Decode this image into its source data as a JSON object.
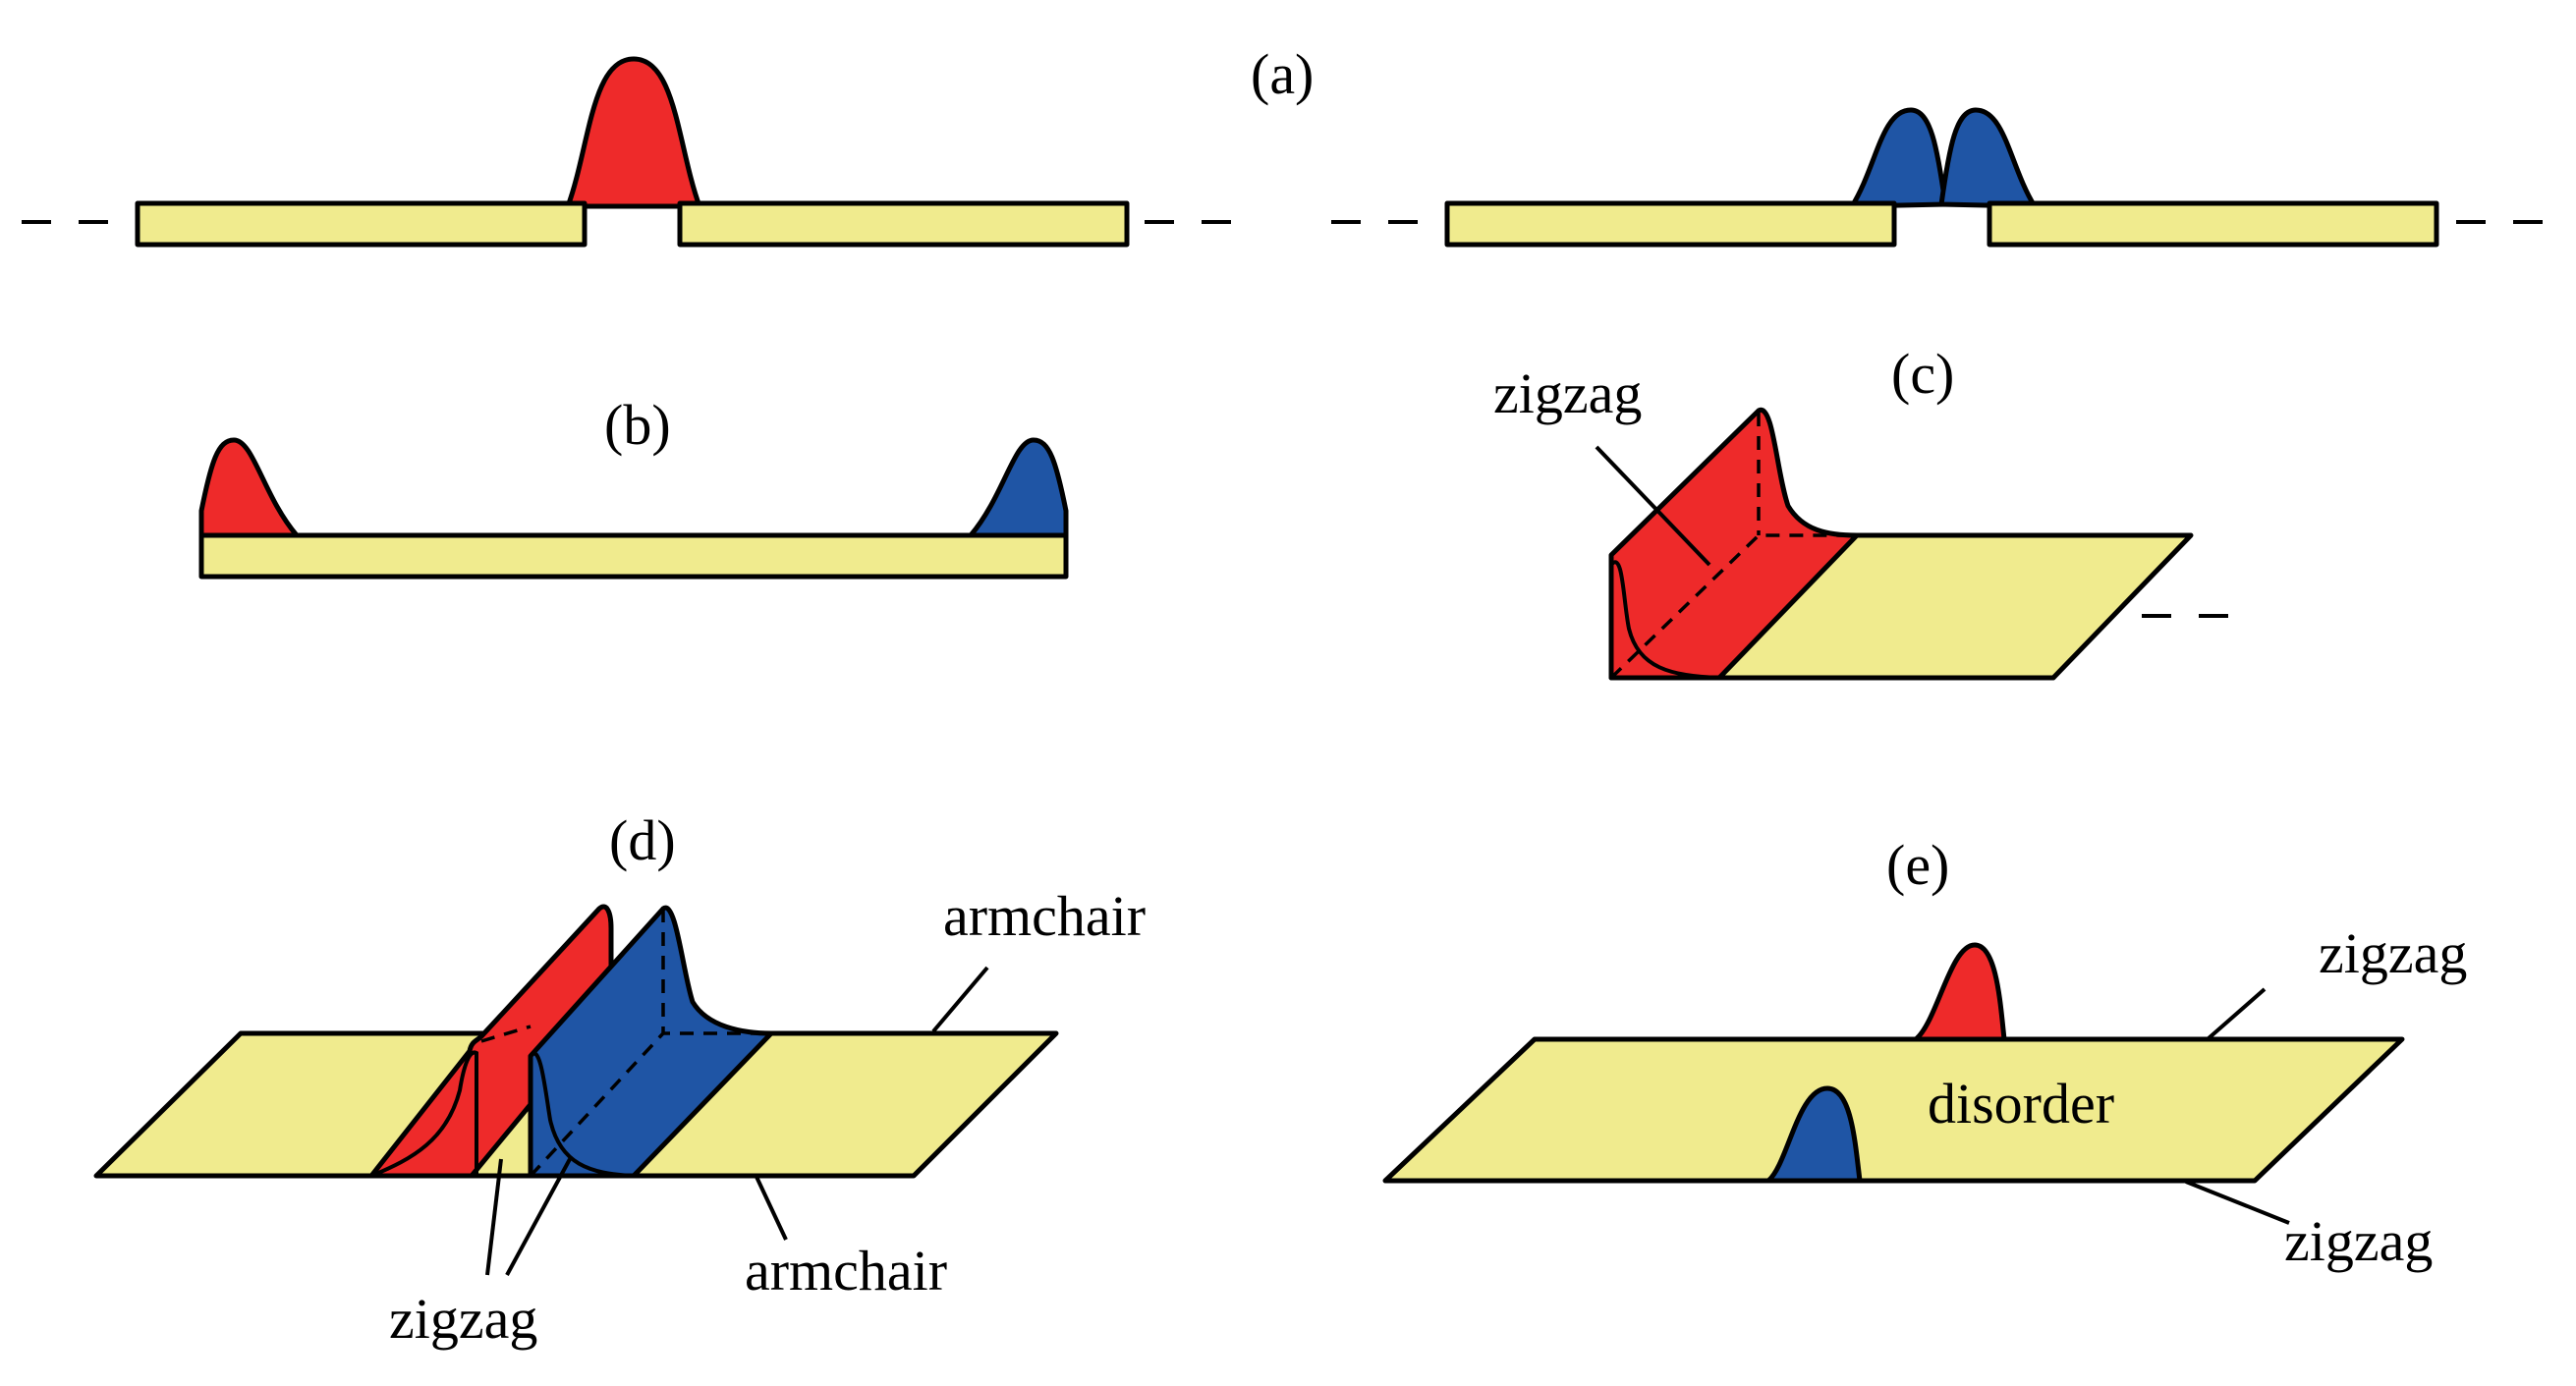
{
  "colors": {
    "sheet": "#F0EB8E",
    "red": "#EE2A2A",
    "blue": "#1F55A5",
    "outline": "#000000"
  },
  "panels": {
    "a": {
      "label": "(a)"
    },
    "b": {
      "label": "(b)"
    },
    "c": {
      "label": "(c)",
      "edge_label": "zigzag"
    },
    "d": {
      "label": "(d)",
      "top_label": "armchair",
      "bottom_label": "armchair",
      "edge_label": "zigzag"
    },
    "e": {
      "label": "(e)",
      "top_label": "zigzag",
      "bottom_label": "zigzag",
      "center_label": "disorder"
    }
  }
}
